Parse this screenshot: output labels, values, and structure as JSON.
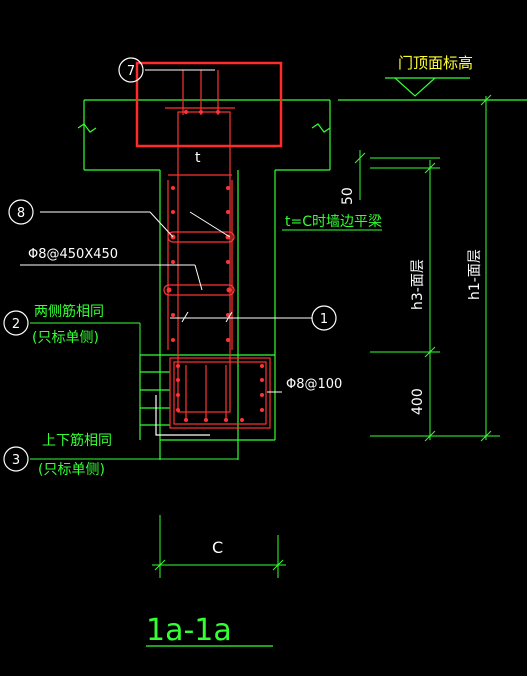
{
  "colors": {
    "background": "#000000",
    "lines": "#33ff33",
    "rebar": "#ff3333",
    "highlight": "#ff2a2a",
    "text_white": "#ffffff",
    "text_yellow": "#ffff33"
  },
  "callouts": {
    "c7": "7",
    "c8": "8",
    "c1": "1",
    "c2": "2",
    "c3": "3"
  },
  "labels": {
    "door_top": "门顶面标高",
    "t_inside": "t",
    "stirrup_spacing": "Φ8@450X450",
    "t_eq_c": "t=C时墙边平梁",
    "side_bars_same": "两侧筋相同",
    "side_bars_note": "(只标单侧)",
    "top_bottom_same": "上下筋相同",
    "top_bottom_note": "(只标单侧)",
    "stirrup_bottom": "Φ8@100",
    "width_c": "C",
    "section_title": "1a-1a"
  },
  "dimensions": {
    "d50": "50",
    "d400": "400",
    "h3": "h3-面层",
    "h1": "h1-面层"
  }
}
